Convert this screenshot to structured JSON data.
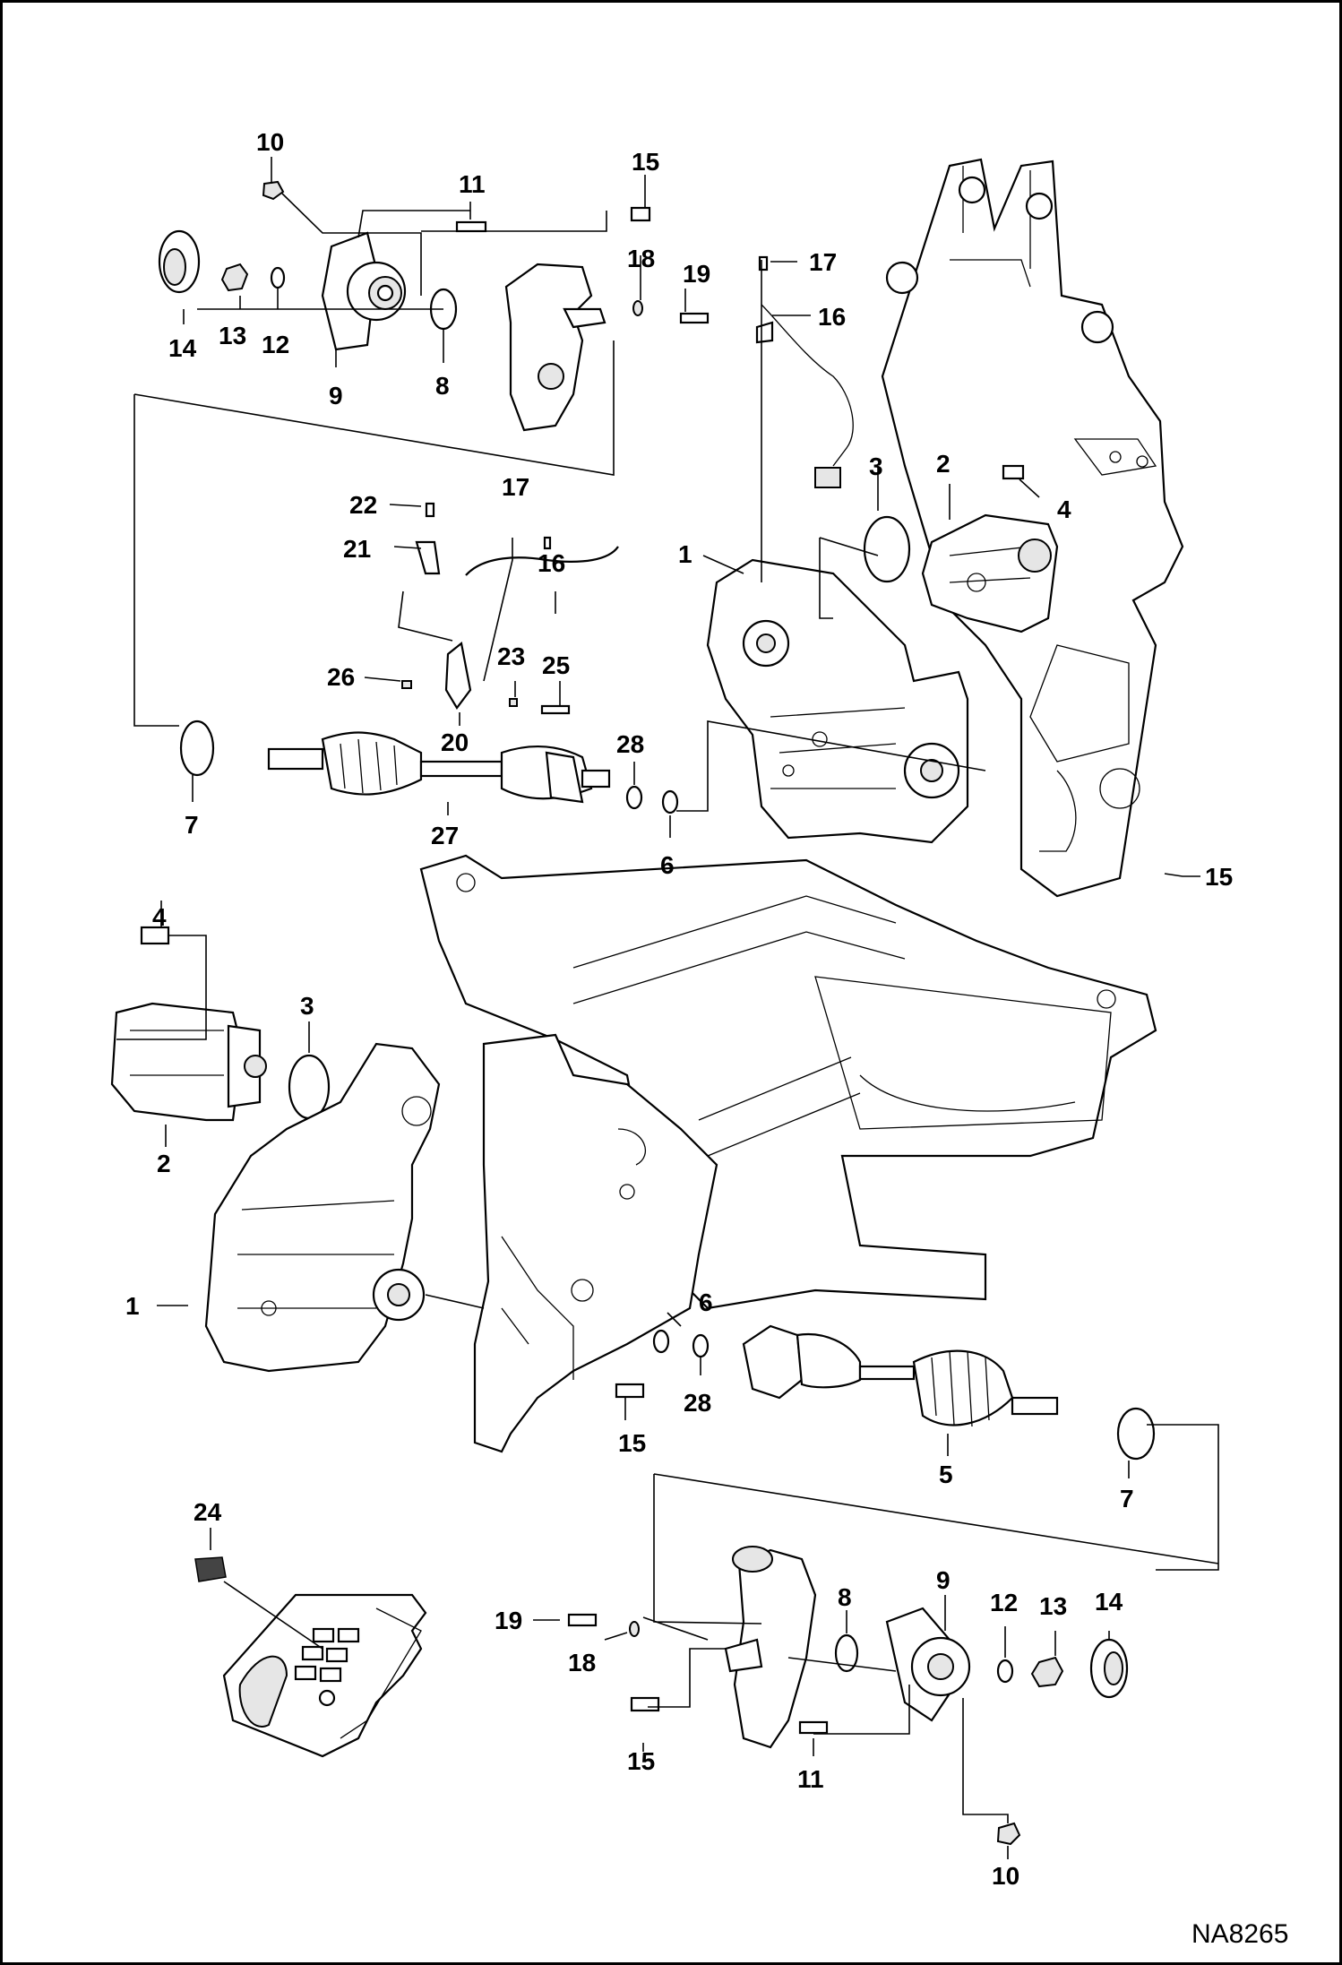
{
  "diagram": {
    "reference": "NA8265",
    "callouts": [
      "10",
      "11",
      "15",
      "18",
      "19",
      "17",
      "16",
      "14",
      "13",
      "12",
      "9",
      "8",
      "3",
      "2",
      "4",
      "22",
      "21",
      "17",
      "16",
      "1",
      "26",
      "23",
      "25",
      "20",
      "7",
      "27",
      "28",
      "6",
      "15",
      "4",
      "3",
      "2",
      "1",
      "6",
      "28",
      "15",
      "5",
      "7",
      "24",
      "8",
      "9",
      "12",
      "13",
      "14",
      "19",
      "18",
      "15",
      "11",
      "10"
    ]
  }
}
